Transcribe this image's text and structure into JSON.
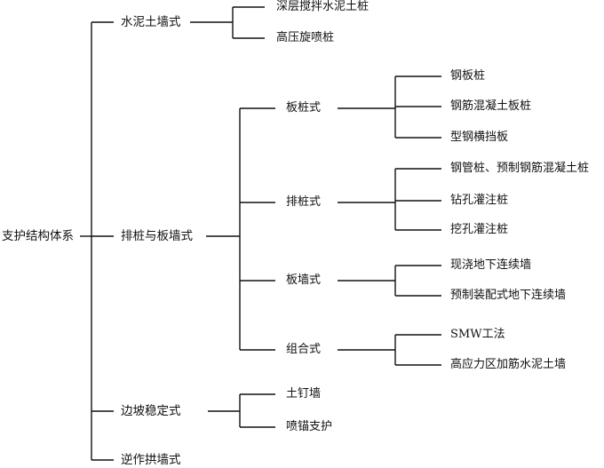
{
  "tree": {
    "root": "支护结构体系",
    "branches": [
      {
        "label": "水泥土墙式",
        "children": [
          {
            "label": "深层搅拌水泥土桩"
          },
          {
            "label": "高压旋喷桩"
          }
        ]
      },
      {
        "label": "排桩与板墙式",
        "children": [
          {
            "label": "板桩式",
            "children": [
              {
                "label": "钢板桩"
              },
              {
                "label": "钢筋混凝土板桩"
              },
              {
                "label": "型钢横挡板"
              }
            ]
          },
          {
            "label": "排桩式",
            "children": [
              {
                "label": "钢管桩、预制钢筋混凝土桩"
              },
              {
                "label": "钻孔灌注桩"
              },
              {
                "label": "挖孔灌注桩"
              }
            ]
          },
          {
            "label": "板墙式",
            "children": [
              {
                "label": "现浇地下连续墙"
              },
              {
                "label": "预制装配式地下连续墙"
              }
            ]
          },
          {
            "label": "组合式",
            "children": [
              {
                "label": "SMW工法"
              },
              {
                "label": "高应力区加筋水泥土墙"
              }
            ]
          }
        ]
      },
      {
        "label": "边坡稳定式",
        "children": [
          {
            "label": "土钉墙"
          },
          {
            "label": "喷锚支护"
          }
        ]
      },
      {
        "label": "逆作拱墙式"
      }
    ]
  }
}
